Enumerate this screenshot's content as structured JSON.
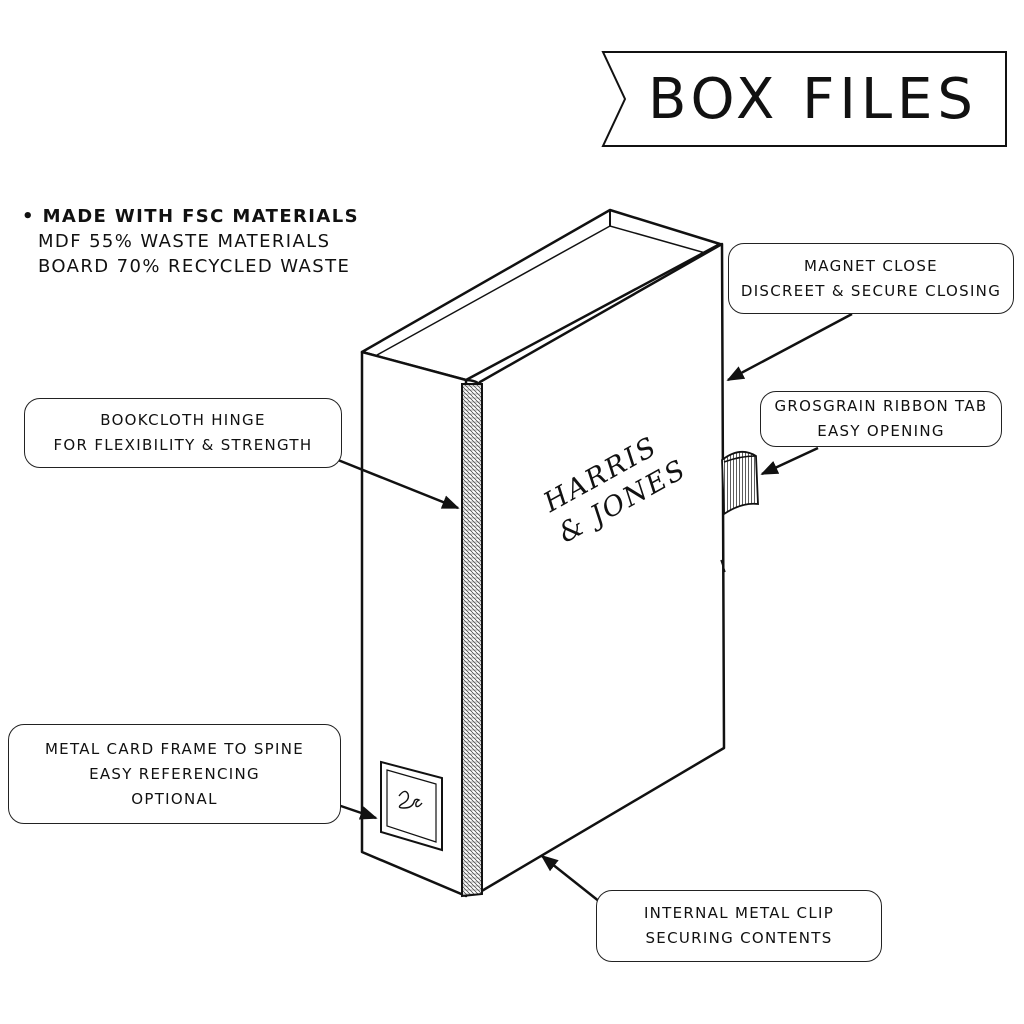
{
  "title": "BOX FILES",
  "materials": {
    "heading": "MADE WITH FSC MATERIALS",
    "lines": [
      "MDF 55% WASTE MATERIALS",
      "BOARD 70% RECYCLED WASTE"
    ]
  },
  "callouts": {
    "magnet": {
      "line1": "MAGNET CLOSE",
      "line2": "DISCREET & SECURE CLOSING"
    },
    "ribbon": {
      "line1": "GROSGRAIN RIBBON TAB",
      "line2": "EASY OPENING"
    },
    "hinge": {
      "line1": "BOOKCLOTH HINGE",
      "line2": "FOR FLEXIBILITY & STRENGTH"
    },
    "card_frame": {
      "line1": "METAL CARD FRAME TO SPINE",
      "line2": "EASY REFERENCING",
      "line3": "OPTIONAL"
    },
    "clip": {
      "line1": "INTERNAL METAL CLIP",
      "line2": "SECURING CONTENTS"
    }
  },
  "box_label": {
    "line1": "HARRIS",
    "line2": "& JONES"
  },
  "colors": {
    "ink": "#111111",
    "background": "#ffffff"
  }
}
